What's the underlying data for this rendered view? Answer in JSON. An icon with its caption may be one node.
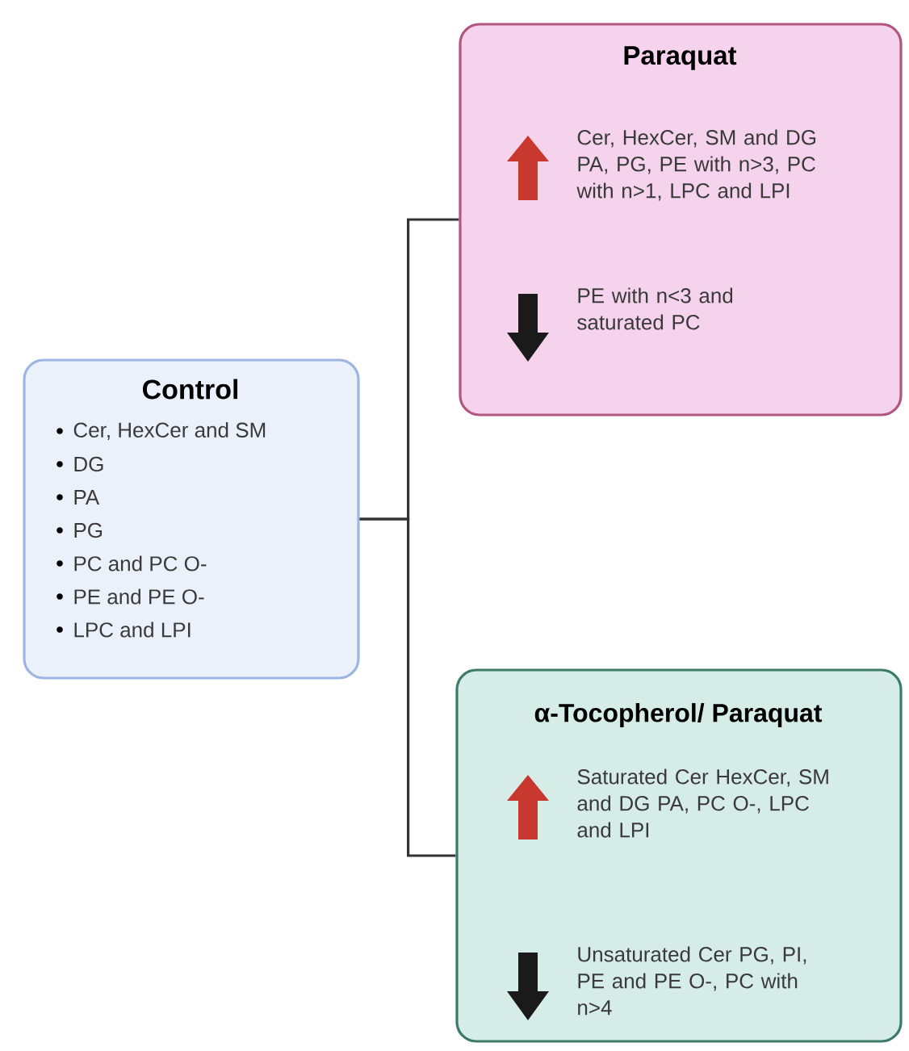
{
  "diagram": {
    "nodes": [
      {
        "text": [
          "Control",
          "Cer, HexCer and SM",
          "DG",
          "PA",
          "PG",
          "PC and PC O-",
          "PE and PE O-",
          "LPC and LPI"
        ]
      },
      {
        "text": [
          "Paraquat",
          "Cer, HexCer, SM and DG PA, PG, PE with n>3, PC with n>1, LPC and LPI",
          "PE with n<3 and saturated PC"
        ]
      },
      {
        "text": [
          "α-Tocopherol/ Paraquat",
          "Saturated Cer HexCer, SM and DG PA, PC O-, LPC and LPI",
          "Unsaturated Cer PG, PI, PE and PE O-, PC with n>4"
        ]
      }
    ],
    "edges": [
      {
        "from": 0,
        "to": 1,
        "arrow": "none"
      },
      {
        "from": 0,
        "to": 2,
        "arrow": "none"
      }
    ]
  }
}
